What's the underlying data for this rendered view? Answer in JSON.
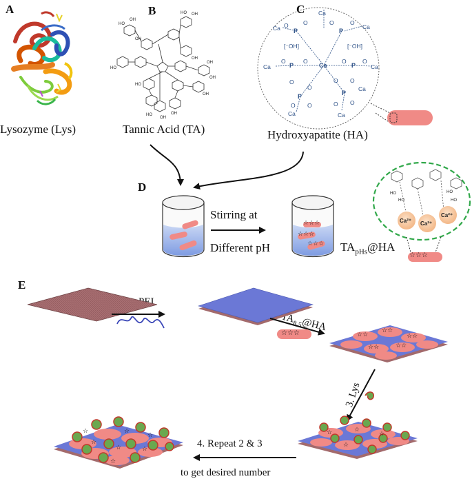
{
  "panels": {
    "a": {
      "letter": "A",
      "caption": "Lysozyme (Lys)"
    },
    "b": {
      "letter": "B",
      "caption": "Tannic Acid (TA)"
    },
    "c": {
      "letter": "C",
      "caption": "Hydroxyapatite (HA)",
      "label_ca": "Ca",
      "label_p": "P",
      "label_o": "O",
      "label_oh": "[⁻OH]"
    },
    "d": {
      "letter": "D",
      "step_line1": "Stirring at",
      "step_line2": "Different pH",
      "product_main": "TA",
      "product_sub": "pHs",
      "product_end": "@HA",
      "ca_ion": "Ca²⁺",
      "oh_group": "HO"
    },
    "e": {
      "letter": "E",
      "step1": "1. PEI",
      "step2_main": "2. TA",
      "step2_sub": "8.5",
      "step2_end": "@HA",
      "step3": "3. Lys",
      "step4": "4. Repeat 2 & 3",
      "step4_note": "to get desired number"
    }
  },
  "colors": {
    "ha_particle": "#f08a86",
    "substrate": "#a36a6c",
    "pei_layer": "#6b78d6",
    "arrow": "#111111",
    "dashed_green": "#31a84a",
    "ca_ball": "#f6c59d"
  }
}
